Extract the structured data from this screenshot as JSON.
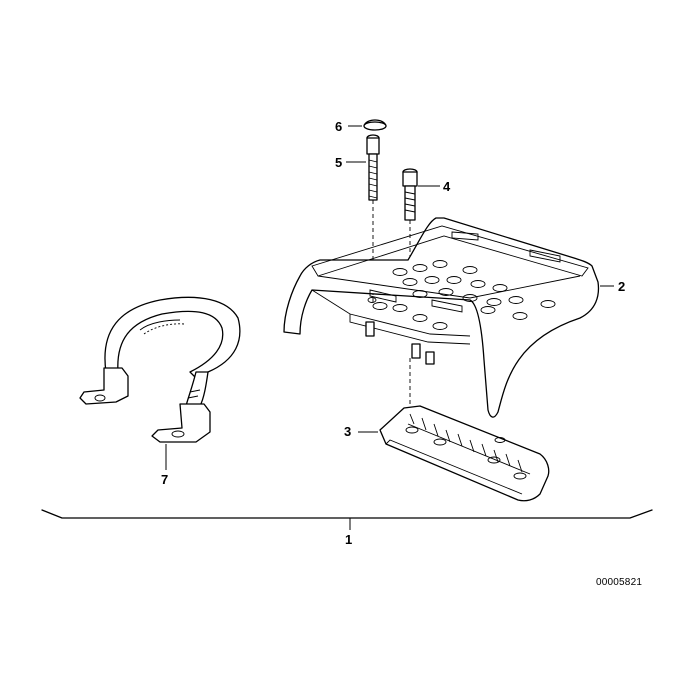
{
  "callouts": {
    "assembly": "1",
    "rack": "2",
    "base_plate": "3",
    "short_bolt": "4",
    "long_bolt": "5",
    "cap": "6",
    "strap": "7"
  },
  "document_number": "00005821"
}
